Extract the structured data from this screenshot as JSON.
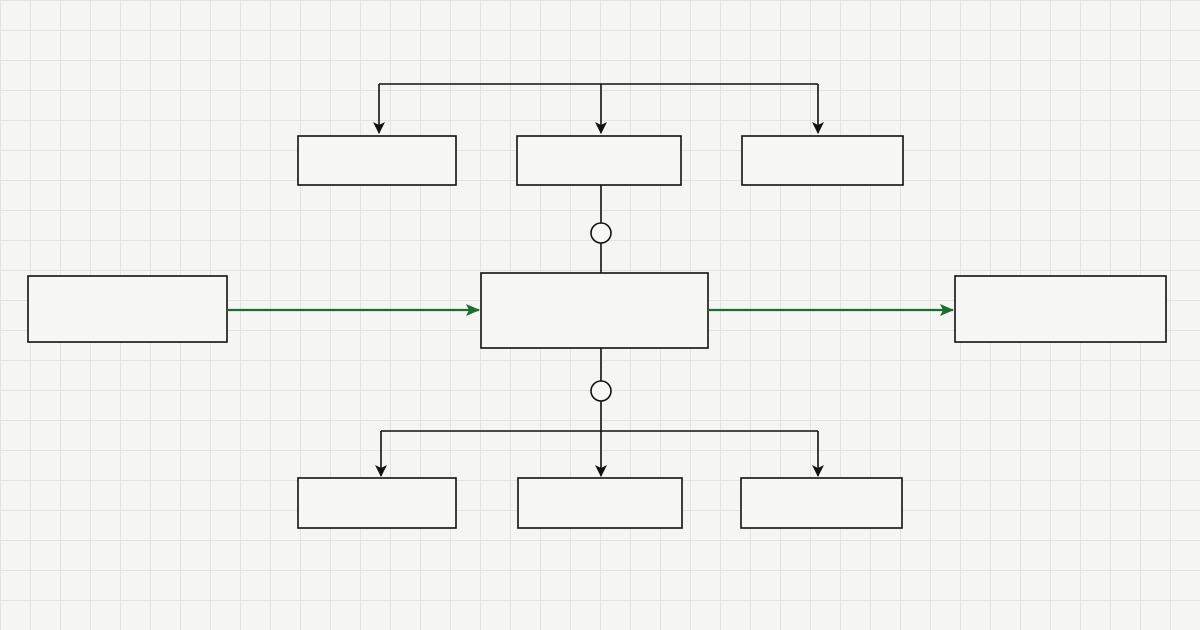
{
  "diagram": {
    "colors": {
      "line": "#111111",
      "flow_arrow": "#1e6b34",
      "box_fill": "#f7f7f5",
      "background": "#f5f5f3",
      "grid": "#e3e3e0"
    },
    "nodes": [
      {
        "id": "top-left",
        "label": ""
      },
      {
        "id": "top-center",
        "label": ""
      },
      {
        "id": "top-right",
        "label": ""
      },
      {
        "id": "left",
        "label": ""
      },
      {
        "id": "center",
        "label": ""
      },
      {
        "id": "right",
        "label": ""
      },
      {
        "id": "bottom-left",
        "label": ""
      },
      {
        "id": "bottom-center",
        "label": ""
      },
      {
        "id": "bottom-right",
        "label": ""
      }
    ],
    "edges": [
      {
        "from": "top-center",
        "to": "top-left",
        "style": "black-arrow"
      },
      {
        "from": "top-center",
        "to": "top-center",
        "style": "black-arrow"
      },
      {
        "from": "top-center",
        "to": "top-right",
        "style": "black-arrow"
      },
      {
        "from": "top-center",
        "to": "center",
        "style": "circle-connector"
      },
      {
        "from": "left",
        "to": "center",
        "style": "green-arrow"
      },
      {
        "from": "center",
        "to": "right",
        "style": "green-arrow"
      },
      {
        "from": "center",
        "to": "bottom-left",
        "style": "circle-connector-arrow"
      },
      {
        "from": "center",
        "to": "bottom-center",
        "style": "circle-connector-arrow"
      },
      {
        "from": "center",
        "to": "bottom-right",
        "style": "circle-connector-arrow"
      }
    ]
  }
}
